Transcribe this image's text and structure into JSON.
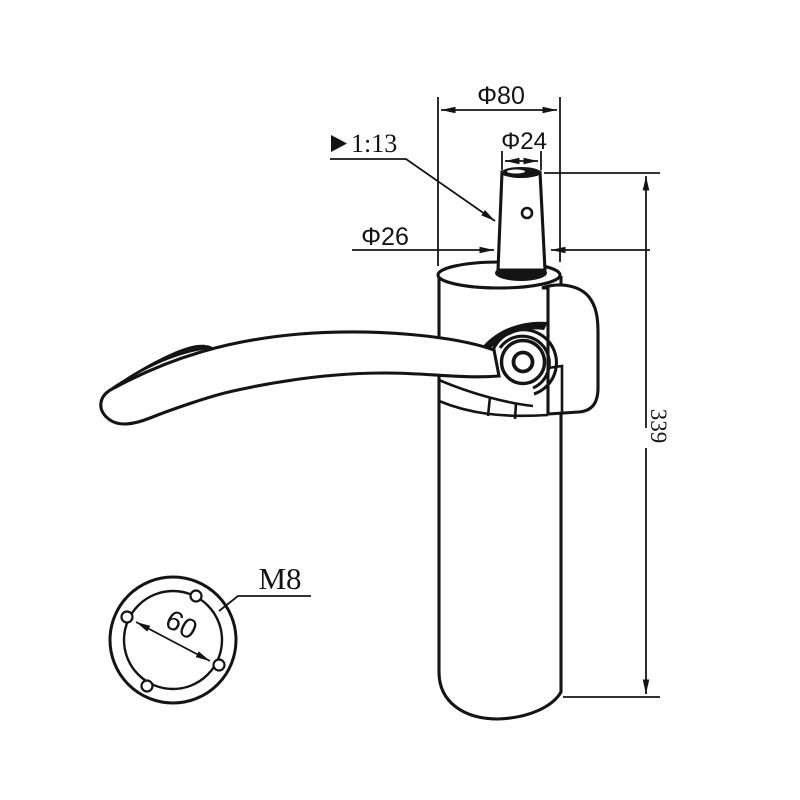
{
  "drawing": {
    "type": "technical-drawing",
    "ink_color": "#141414",
    "background_color": "#ffffff",
    "labels": {
      "top_diameter": "Φ80",
      "rod_top_diameter": "Φ24",
      "taper_ratio": "1:13",
      "rod_base_diameter": "Φ26",
      "overall_height": "339",
      "bolt_circle_spacing": "60",
      "thread_spec": "M8"
    },
    "icons": {
      "taper_symbol": "right-pointing-triangle"
    }
  }
}
